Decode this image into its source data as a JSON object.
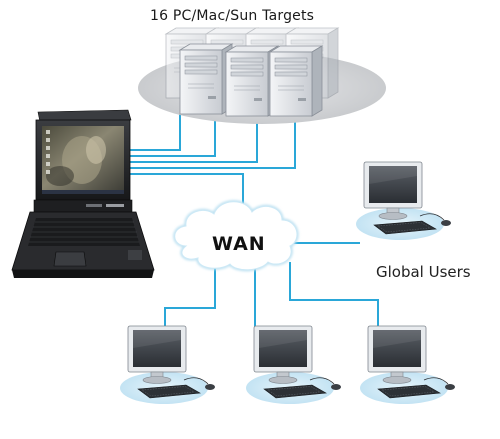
{
  "title": "16 PC/Mac/Sun Targets",
  "wan_label": "WAN",
  "global_users_label": "Global Users",
  "colors": {
    "cable": "#2aa7d8",
    "shadow_ellipse": "#cfd2d6",
    "desk_ellipse": "#cfe9f6",
    "cloud_fill": "#ffffff",
    "cloud_stroke": "#b9dff0"
  },
  "icons": [
    "server-tower-icon",
    "kvm-console-icon",
    "cloud-icon",
    "workstation-icon"
  ]
}
